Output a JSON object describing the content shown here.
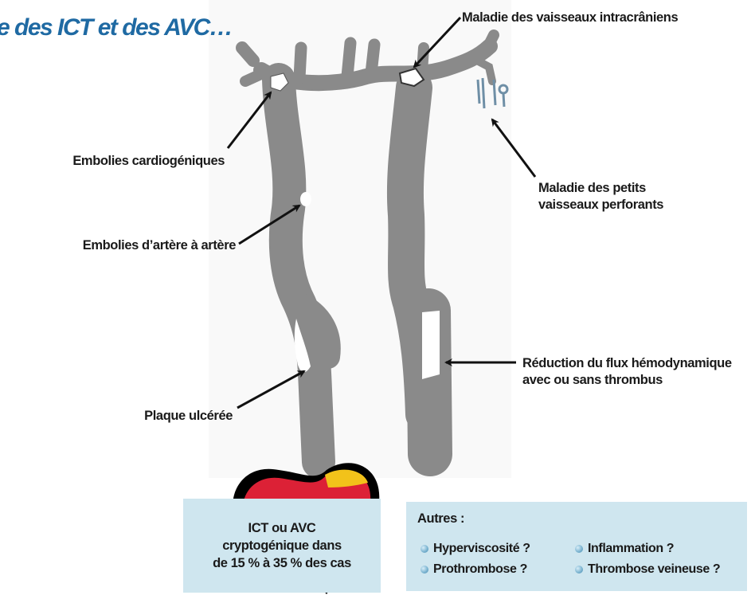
{
  "title": "e des ICT et des AVC…",
  "labels": {
    "intracranial": "Maladie des vaisseaux intracrâniens",
    "cardiogenic": "Embolies cardiogéniques",
    "small_vessels_line1": "Maladie des petits",
    "small_vessels_line2": "vaisseaux perforants",
    "artery_to_artery": "Embolies d’artère à artère",
    "hemodynamic_line1": "Réduction du flux hémodynamique",
    "hemodynamic_line2": "avec ou sans thrombus",
    "ulcerated_plaque": "Plaque ulcérée"
  },
  "cryptogenic_box": {
    "line1": "ICT ou AVC",
    "line2": "cryptogénique dans",
    "line3": "de 15 % à 35 % des cas"
  },
  "others_box": {
    "heading": "Autres :",
    "items": [
      "Hyperviscosité ?",
      "Inflammation ?",
      "Prothrombose ?",
      "Thrombose veineuse ?"
    ]
  },
  "colors": {
    "title": "#1f6aa3",
    "vessel": "#8a8a8a",
    "heart": "#dc2136",
    "heart_outline": "#000000",
    "plaque_yellow": "#f2c21a",
    "box_background": "#cfe6ef"
  }
}
